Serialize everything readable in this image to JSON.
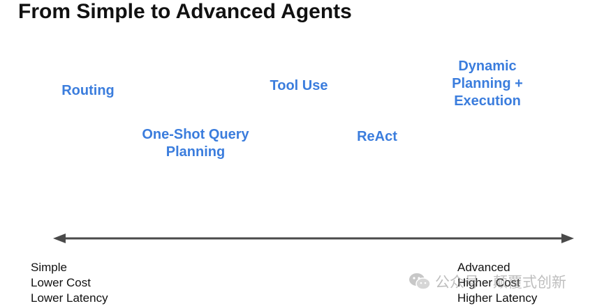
{
  "title": "From Simple to Advanced Agents",
  "stages": [
    {
      "lines": [
        "Routing"
      ]
    },
    {
      "lines": [
        "One-Shot Query",
        "Planning"
      ]
    },
    {
      "lines": [
        "Tool Use"
      ]
    },
    {
      "lines": [
        "ReAct"
      ]
    },
    {
      "lines": [
        "Dynamic",
        "Planning +",
        "Execution"
      ]
    }
  ],
  "axis": {
    "left": {
      "lines": [
        "Simple",
        "Lower Cost",
        "Lower Latency"
      ]
    },
    "right": {
      "lines": [
        "Advanced",
        "Higher Cost",
        "Higher Latency"
      ]
    }
  },
  "watermark": {
    "icon": "wechat-icon",
    "text": "公众号 · 颠覆式创新"
  },
  "colors": {
    "stage_text": "#3b7ddd",
    "title_text": "#111111",
    "axis_line": "#4a4a4a"
  }
}
